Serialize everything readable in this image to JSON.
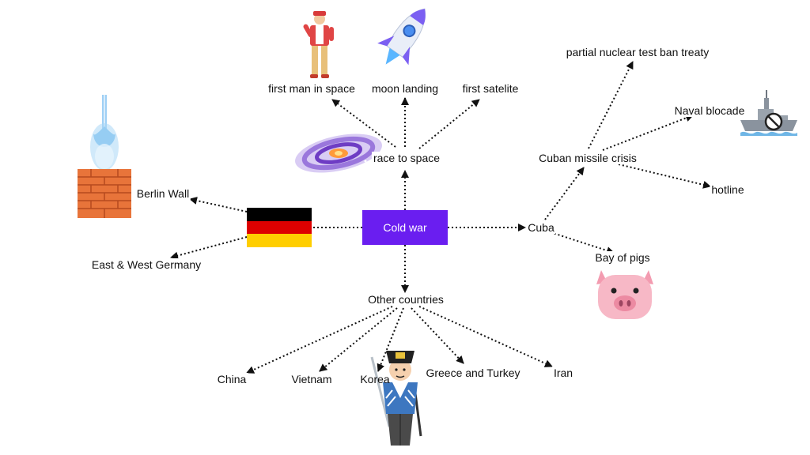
{
  "center": {
    "label": "Cold war",
    "color": "#6a1ef0"
  },
  "nodes": {
    "space": "race to space",
    "first_man": "first man in space",
    "moon": "moon landing",
    "satellite": "first satelite",
    "germany_berlin": "Berlin Wall",
    "germany_east_west": "East & West Germany",
    "cuba": "Cuba",
    "missile": "Cuban missile crisis",
    "treaty": "partial nuclear test ban treaty",
    "blockade": "Naval blocade",
    "hotline": "hotline",
    "pigs": "Bay of pigs",
    "other": "Other countries",
    "china": "China",
    "vietnam": "Vietnam",
    "korea": "Korea",
    "greece": "Greece and Turkey",
    "iran": "Iran"
  },
  "images": {
    "galaxy": "galaxy-icon",
    "astronaut": "man-figure-icon",
    "rocket": "rocket-icon",
    "torch": "torch-icon",
    "wall": "brick-wall-icon",
    "flag": "german-flag-icon",
    "ship": "warship-icon",
    "pig": "pig-face-icon",
    "samurai": "samurai-icon"
  },
  "colors": {
    "flag": [
      "#000000",
      "#dd0000",
      "#ffce00"
    ]
  }
}
